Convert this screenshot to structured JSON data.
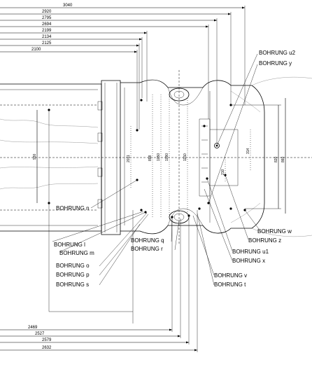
{
  "top_dimensions": [
    {
      "value": "3040"
    },
    {
      "value": "2920"
    },
    {
      "value": "2795"
    },
    {
      "value": "2694"
    },
    {
      "value": "2199"
    },
    {
      "value": "2134"
    },
    {
      "value": "2125"
    },
    {
      "value": "2100"
    }
  ],
  "bottom_dimensions": [
    {
      "value": "2469"
    },
    {
      "value": "2527"
    },
    {
      "value": "2579"
    },
    {
      "value": "2632"
    }
  ],
  "labels": [
    {
      "text": "BOHRUNG u2"
    },
    {
      "text": "BOHRUNG y"
    },
    {
      "text": "BOHRUNG n"
    },
    {
      "text": "BOHRUNG w"
    },
    {
      "text": "BOHRUNG l"
    },
    {
      "text": "BOHRUNG m"
    },
    {
      "text": "BOHRUNG q"
    },
    {
      "text": "BOHRUNG r"
    },
    {
      "text": "BOHRUNG z"
    },
    {
      "text": "BOHRUNG u1"
    },
    {
      "text": "BOHRUNG x"
    },
    {
      "text": "BOHRUNG o"
    },
    {
      "text": "BOHRUNG p"
    },
    {
      "text": "BOHRUNG s"
    },
    {
      "text": "BOHRUNG v"
    },
    {
      "text": "BOHRUNG t"
    }
  ],
  "vertical_dims": [
    {
      "value": "930"
    },
    {
      "value": "2011"
    },
    {
      "value": "898"
    },
    {
      "value": "1050"
    },
    {
      "value": "1090"
    },
    {
      "value": "1150"
    },
    {
      "value": "314"
    },
    {
      "value": "210"
    },
    {
      "value": "820"
    },
    {
      "value": "860"
    }
  ]
}
